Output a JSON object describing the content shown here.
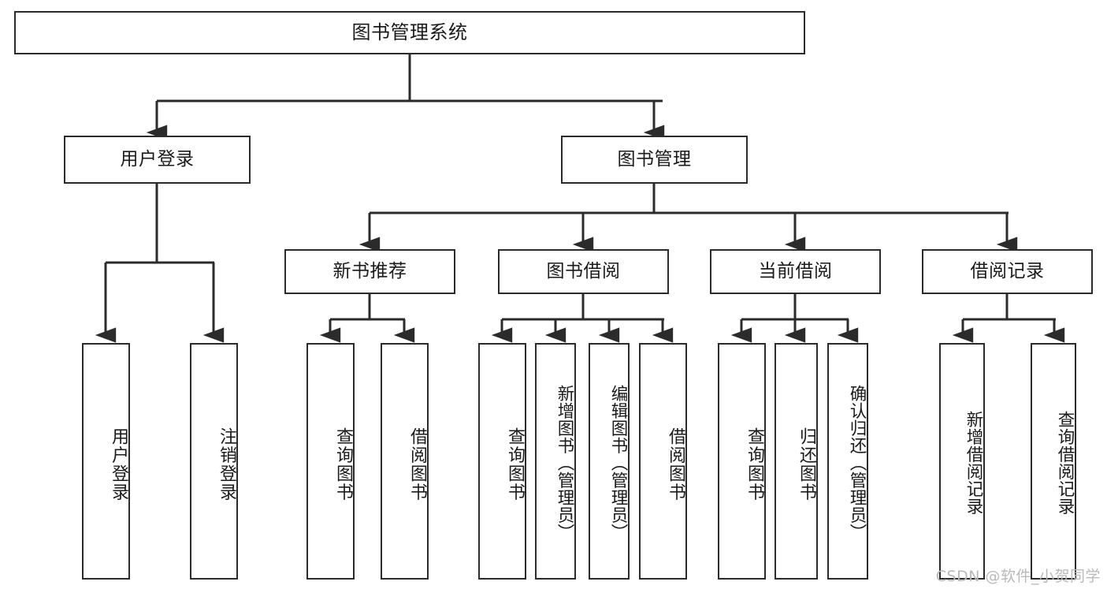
{
  "diagram": {
    "title": "图书管理系统",
    "type": "tree-hierarchy",
    "watermark": "CSDN @软件_小贺同学",
    "style": {
      "background": "#ffffff",
      "box_border": "#2b2b2b",
      "box_fill": "#ffffff",
      "edge_color": "#2b2b2b",
      "text_color": "#1a1a1a"
    },
    "levels": {
      "root": "图书管理系统",
      "level2": [
        "用户登录",
        "图书管理"
      ],
      "level3": [
        "新书推荐",
        "图书借阅",
        "当前借阅",
        "借阅记录"
      ]
    },
    "nodes": {
      "root": {
        "label": "图书管理系统"
      },
      "user_login": {
        "label": "用户登录"
      },
      "book_manage": {
        "label": "图书管理"
      },
      "new_book_rec": {
        "label": "新书推荐"
      },
      "book_borrow": {
        "label": "图书借阅"
      },
      "current_borrow": {
        "label": "当前借阅"
      },
      "borrow_record": {
        "label": "借阅记录"
      },
      "leaf_user_login": {
        "label": "用户登录"
      },
      "leaf_logout": {
        "label": "注销登录"
      },
      "leaf_query_book_1": {
        "label": "查询图书"
      },
      "leaf_borrow_book_1": {
        "label": "借阅图书"
      },
      "leaf_query_book_2": {
        "label": "查询图书"
      },
      "leaf_add_book": {
        "label": "新增图书（管理员）"
      },
      "leaf_edit_book": {
        "label": "编辑图书（管理员）"
      },
      "leaf_borrow_book_2": {
        "label": "借阅图书"
      },
      "leaf_query_book_3": {
        "label": "查询图书"
      },
      "leaf_return_book": {
        "label": "归还图书"
      },
      "leaf_confirm_return": {
        "label": "确认归还（管理员）"
      },
      "leaf_add_record": {
        "label": "新增借阅记录"
      },
      "leaf_query_record": {
        "label": "查询借阅记录"
      }
    },
    "edges": [
      {
        "from": "root",
        "to": "user_login"
      },
      {
        "from": "root",
        "to": "book_manage"
      },
      {
        "from": "user_login",
        "to": "leaf_user_login"
      },
      {
        "from": "user_login",
        "to": "leaf_logout"
      },
      {
        "from": "book_manage",
        "to": "new_book_rec"
      },
      {
        "from": "book_manage",
        "to": "book_borrow"
      },
      {
        "from": "book_manage",
        "to": "current_borrow"
      },
      {
        "from": "book_manage",
        "to": "borrow_record"
      },
      {
        "from": "new_book_rec",
        "to": "leaf_query_book_1"
      },
      {
        "from": "new_book_rec",
        "to": "leaf_borrow_book_1"
      },
      {
        "from": "book_borrow",
        "to": "leaf_query_book_2"
      },
      {
        "from": "book_borrow",
        "to": "leaf_add_book"
      },
      {
        "from": "book_borrow",
        "to": "leaf_edit_book"
      },
      {
        "from": "book_borrow",
        "to": "leaf_borrow_book_2"
      },
      {
        "from": "current_borrow",
        "to": "leaf_query_book_3"
      },
      {
        "from": "current_borrow",
        "to": "leaf_return_book"
      },
      {
        "from": "current_borrow",
        "to": "leaf_confirm_return"
      },
      {
        "from": "borrow_record",
        "to": "leaf_add_record"
      },
      {
        "from": "borrow_record",
        "to": "leaf_query_record"
      }
    ]
  }
}
